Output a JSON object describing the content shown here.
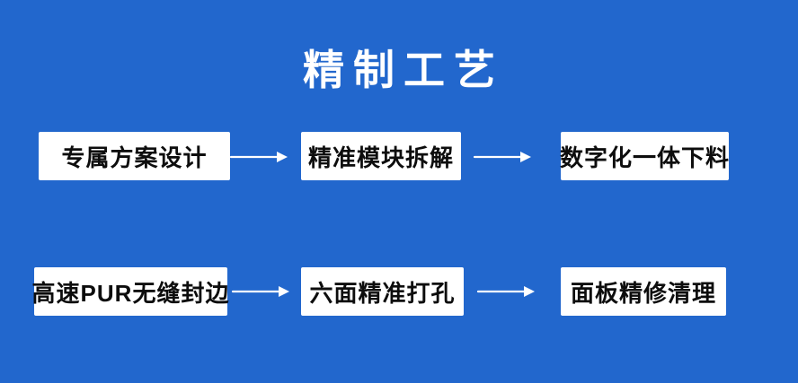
{
  "page": {
    "title": "精制工艺"
  },
  "colors": {
    "background": "#2267cd",
    "box_background": "#ffffff",
    "box_text": "#0d0d0d",
    "title_text": "#ffffff",
    "arrow": "#ffffff"
  },
  "flow": {
    "rows": [
      {
        "steps": [
          {
            "label": "专属方案设计"
          },
          {
            "label": "精准模块拆解"
          },
          {
            "label": "数字化一体下料"
          }
        ]
      },
      {
        "steps": [
          {
            "label": "高速PUR无缝封边"
          },
          {
            "label": "六面精准打孔"
          },
          {
            "label": "面板精修清理"
          }
        ]
      }
    ]
  },
  "icons": {
    "arrow_right": "⟶"
  }
}
